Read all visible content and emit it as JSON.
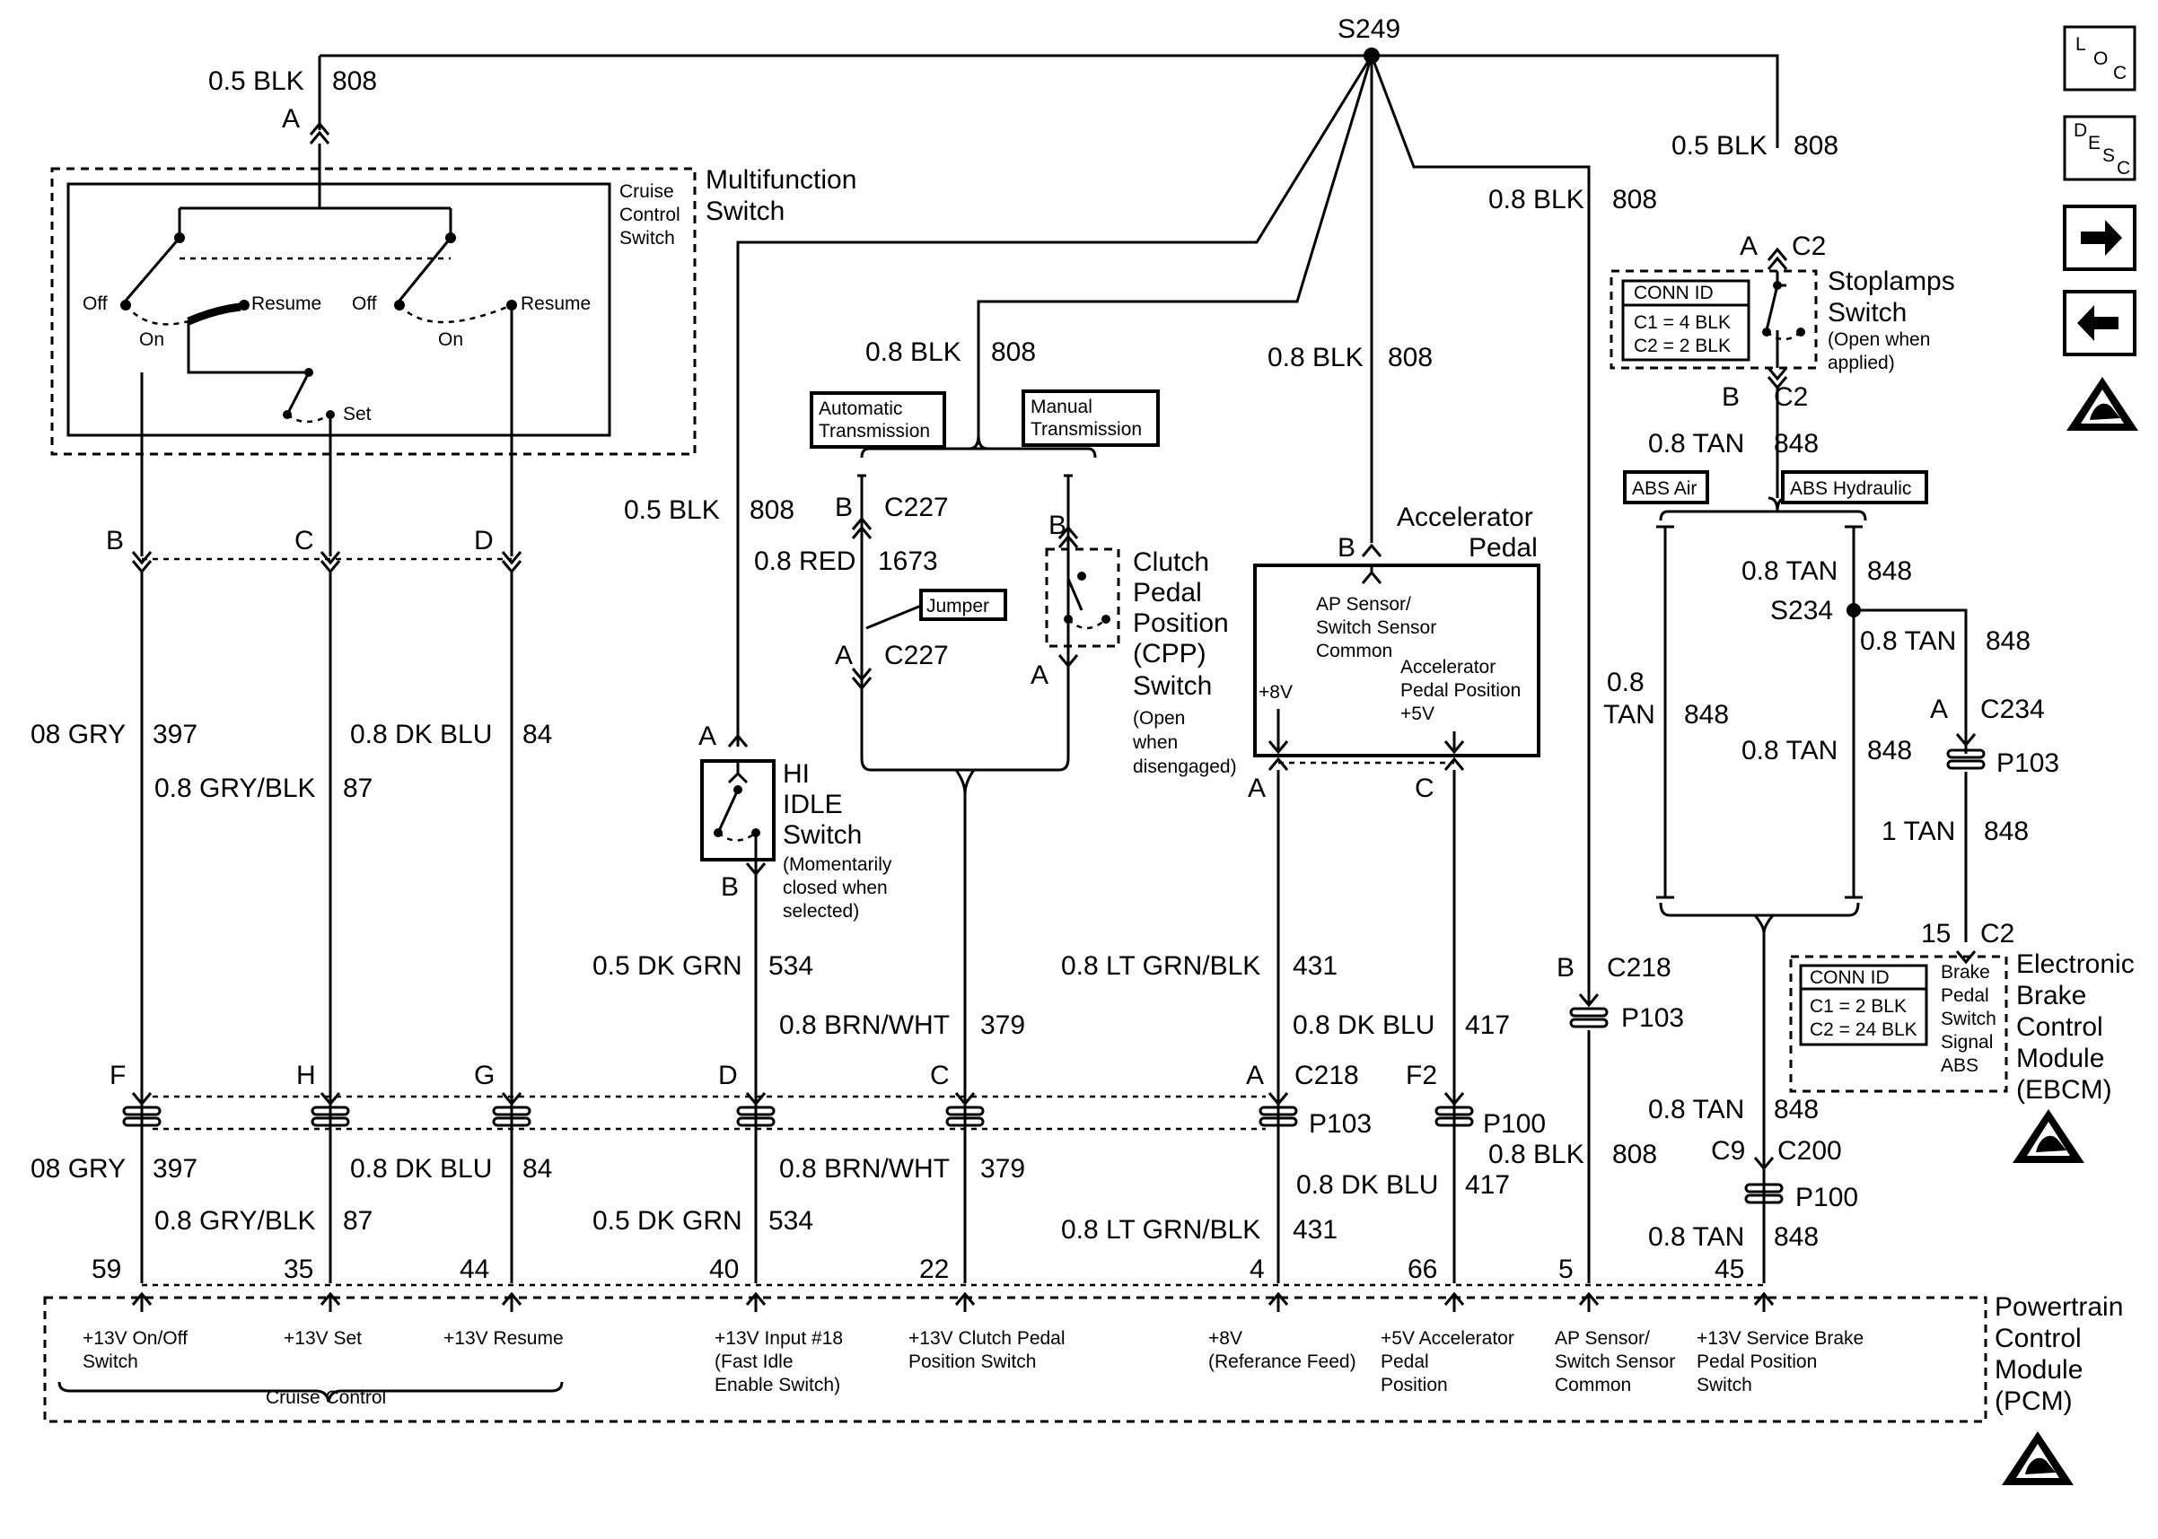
{
  "splices": {
    "s249": "S249",
    "s234": "S234"
  },
  "wires": {
    "top_left": {
      "gauge": "0.5 BLK",
      "circuit": "808",
      "pin": "A"
    },
    "to_hi_idle": {
      "gauge": "0.5 BLK",
      "circuit": "808",
      "pin": "A"
    },
    "to_trans": {
      "gauge": "0.8 BLK",
      "circuit": "808"
    },
    "to_accel": {
      "gauge": "0.8 BLK",
      "circuit": "808"
    },
    "to_p103_center": {
      "gauge": "0.8 BLK",
      "circuit": "808"
    },
    "to_stoplamp": {
      "gauge": "0.5 BLK",
      "circuit": "808"
    },
    "stoplamp_out": {
      "gauge": "0.8 TAN",
      "circuit": "848"
    },
    "abs_left": {
      "gauge_line1": "0.8",
      "gauge_line2": "TAN",
      "circuit": "848"
    },
    "abs_right_top": {
      "gauge": "0.8 TAN",
      "circuit": "848"
    },
    "abs_right_mid": {
      "gauge": "0.8 TAN",
      "circuit": "848"
    },
    "s234_branch": {
      "gauge": "0.8 TAN",
      "circuit": "848"
    },
    "ebcm_in": {
      "gauge": "1 TAN",
      "circuit": "848"
    },
    "ebcm_out": {
      "gauge": "0.8 TAN",
      "circuit": "848"
    },
    "pcm_848": {
      "gauge": "0.8 TAN",
      "circuit": "848"
    },
    "pcm_808": {
      "gauge": "0.8 BLK",
      "circuit": "808"
    },
    "w397_top": {
      "gauge": "08 GRY",
      "circuit": "397"
    },
    "w87_top": {
      "gauge": "0.8 GRY/BLK",
      "circuit": "87"
    },
    "w84_top": {
      "gauge": "0.8 DK BLU",
      "circuit": "84"
    },
    "w534_top": {
      "gauge": "0.5 DK GRN",
      "circuit": "534"
    },
    "w379_top": {
      "gauge": "0.8 BRN/WHT",
      "circuit": "379"
    },
    "w431_top": {
      "gauge": "0.8 LT GRN/BLK",
      "circuit": "431"
    },
    "w417_top": {
      "gauge": "0.8 DK BLU",
      "circuit": "417"
    },
    "w1673": {
      "gauge": "0.8 RED",
      "circuit": "1673"
    },
    "w397_bot": {
      "gauge": "08 GRY",
      "circuit": "397"
    },
    "w87_bot": {
      "gauge": "0.8 GRY/BLK",
      "circuit": "87"
    },
    "w84_bot": {
      "gauge": "0.8 DK BLU",
      "circuit": "84"
    },
    "w534_bot": {
      "gauge": "0.5 DK GRN",
      "circuit": "534"
    },
    "w379_bot": {
      "gauge": "0.8 BRN/WHT",
      "circuit": "379"
    },
    "w431_bot": {
      "gauge": "0.8 LT GRN/BLK",
      "circuit": "431"
    },
    "w417_bot": {
      "gauge": "0.8 DK BLU",
      "circuit": "417"
    }
  },
  "multifunction": {
    "title_line1": "Multifunction",
    "title_line2": "Switch",
    "inner_line1": "Cruise",
    "inner_line2": "Control",
    "inner_line3": "Switch",
    "off1": "Off",
    "resume1": "Resume",
    "on1": "On",
    "off2": "Off",
    "resume2": "Resume",
    "on2": "On",
    "set": "Set",
    "pins": [
      "B",
      "C",
      "D"
    ]
  },
  "connectors": {
    "c227_top_pin": "B",
    "c227_top": "C227",
    "c227_bot_pin": "A",
    "c227_bot": "C227",
    "cpp_top_pin": "B",
    "cpp_bot_pin": "A",
    "c218_row_pins": [
      "F",
      "H",
      "G",
      "D",
      "C",
      "A"
    ],
    "c218": "C218",
    "p103": "P103",
    "f2": "F2",
    "p100": "P100",
    "c218_right_pin": "B",
    "c218_right": "C218",
    "p103_right": "P103",
    "c2_a": "A",
    "c2_top": "C2",
    "c2_b": "B",
    "c2_bot": "C2",
    "c234_pin": "A",
    "c234": "C234",
    "p103_abs": "P103",
    "c2_ebcm_pin": "15",
    "c2_ebcm": "C2",
    "c9": "C9",
    "c200": "C200",
    "p100_ebcm": "P100",
    "accel_pin_b": "B",
    "accel_pin_a": "A",
    "accel_pin_c": "C",
    "hi_idle_pin_b": "B"
  },
  "transmission": {
    "auto_line1": "Automatic",
    "auto_line2": "Transmission",
    "manual_line1": "Manual",
    "manual_line2": "Transmission",
    "jumper": "Jumper"
  },
  "cpp": {
    "title_line1": "Clutch",
    "title_line2": "Pedal",
    "title_line3": "Position",
    "title_line4": "(CPP)",
    "title_line5": "Switch",
    "note_line1": "(Open",
    "note_line2": "when",
    "note_line3": "disengaged)"
  },
  "hi_idle": {
    "line1": "HI",
    "line2": "IDLE",
    "line3": "Switch",
    "note_line1": "(Momentarily",
    "note_line2": "closed when",
    "note_line3": "selected)"
  },
  "accel": {
    "title_line1": "Accelerator",
    "title_line2": "Pedal",
    "ap_line1": "AP Sensor/",
    "ap_line2": "Switch Sensor",
    "ap_line3": "Common",
    "pos_line1": "Accelerator",
    "pos_line2": "Pedal Position",
    "pos_line3": "+5V",
    "plus8": "+8V"
  },
  "stoplamp": {
    "title_line1": "Stoplamps",
    "title_line2": "Switch",
    "note_line1": "(Open when",
    "note_line2": "applied)",
    "conn_id": "CONN ID",
    "c1": "C1 = 4 BLK",
    "c2": "C2 = 2 BLK"
  },
  "abs": {
    "air": "ABS Air",
    "hydraulic": "ABS Hydraulic"
  },
  "ebcm": {
    "title_line1": "Electronic",
    "title_line2": "Brake",
    "title_line3": "Control",
    "title_line4": "Module",
    "title_line5": "(EBCM)",
    "conn_id": "CONN ID",
    "c1": "C1 = 2 BLK",
    "c2": "C2 = 24 BLK",
    "sig_line1": "Brake",
    "sig_line2": "Pedal",
    "sig_line3": "Switch",
    "sig_line4": "Signal",
    "sig_line5": "ABS"
  },
  "pcm": {
    "title_line1": "Powertrain",
    "title_line2": "Control",
    "title_line3": "Module",
    "title_line4": "(PCM)",
    "pins": [
      "59",
      "35",
      "44",
      "40",
      "22",
      "4",
      "66",
      "5",
      "45"
    ],
    "in_59_line1": "+13V On/Off",
    "in_59_line2": "Switch",
    "in_35": "+13V Set",
    "in_44": "+13V Resume",
    "in_40_line1": "+13V Input #18",
    "in_40_line2": "(Fast Idle",
    "in_40_line3": "Enable Switch)",
    "in_22_line1": "+13V Clutch Pedal",
    "in_22_line2": "Position Switch",
    "in_4_line1": "+8V",
    "in_4_line2": "(Referance Feed)",
    "in_66_line1": "+5V Accelerator",
    "in_66_line2": "Pedal",
    "in_66_line3": "Position",
    "in_5_line1": "AP Sensor/",
    "in_5_line2": "Switch Sensor",
    "in_5_line3": "Common",
    "in_45_line1": "+13V Service Brake",
    "in_45_line2": "Pedal Position",
    "in_45_line3": "Switch",
    "cruise": "Cruise Control"
  },
  "nav": {
    "loc_top": "L",
    "loc_mid": "O",
    "loc_bot": "C",
    "desc_top": "D",
    "desc_mid": "E",
    "desc_mid2": "S",
    "desc_bot": "C",
    "icons": [
      "loc-icon",
      "desc-icon",
      "next-arrow-icon",
      "prev-arrow-icon",
      "esd-warning-icon"
    ]
  }
}
